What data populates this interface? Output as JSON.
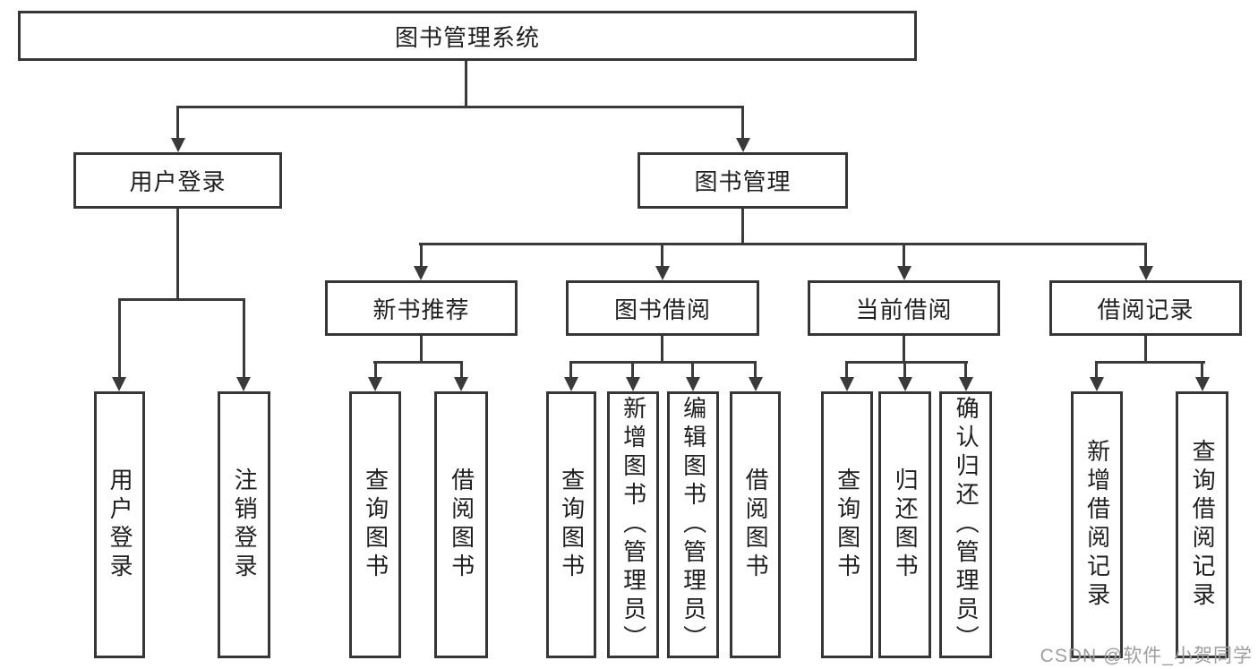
{
  "colors": {
    "line": "#3a3a3a",
    "box_border": "#363636",
    "text": "#1f1f1f",
    "background": "#ffffff",
    "watermark": "#9e9e9e"
  },
  "watermark": {
    "text": "CSDN @软件_小贺同学"
  },
  "tree": {
    "root": {
      "label": "图书管理系统"
    },
    "l1": [
      {
        "label": "用户登录",
        "leaves": [
          {
            "label": "用户登录"
          },
          {
            "label": "注销登录"
          }
        ]
      },
      {
        "label": "图书管理",
        "groups": [
          {
            "label": "新书推荐",
            "leaves": [
              {
                "label": "查询图书"
              },
              {
                "label": "借阅图书"
              }
            ]
          },
          {
            "label": "图书借阅",
            "leaves": [
              {
                "label": "查询图书"
              },
              {
                "label": "新增图书（管理员）"
              },
              {
                "label": "编辑图书（管理员）"
              },
              {
                "label": "借阅图书"
              }
            ]
          },
          {
            "label": "当前借阅",
            "leaves": [
              {
                "label": "查询图书"
              },
              {
                "label": "归还图书"
              },
              {
                "label": "确认归还（管理员）"
              }
            ]
          },
          {
            "label": "借阅记录",
            "leaves": [
              {
                "label": "新增借阅记录"
              },
              {
                "label": "查询借阅记录"
              }
            ]
          }
        ]
      }
    ]
  }
}
